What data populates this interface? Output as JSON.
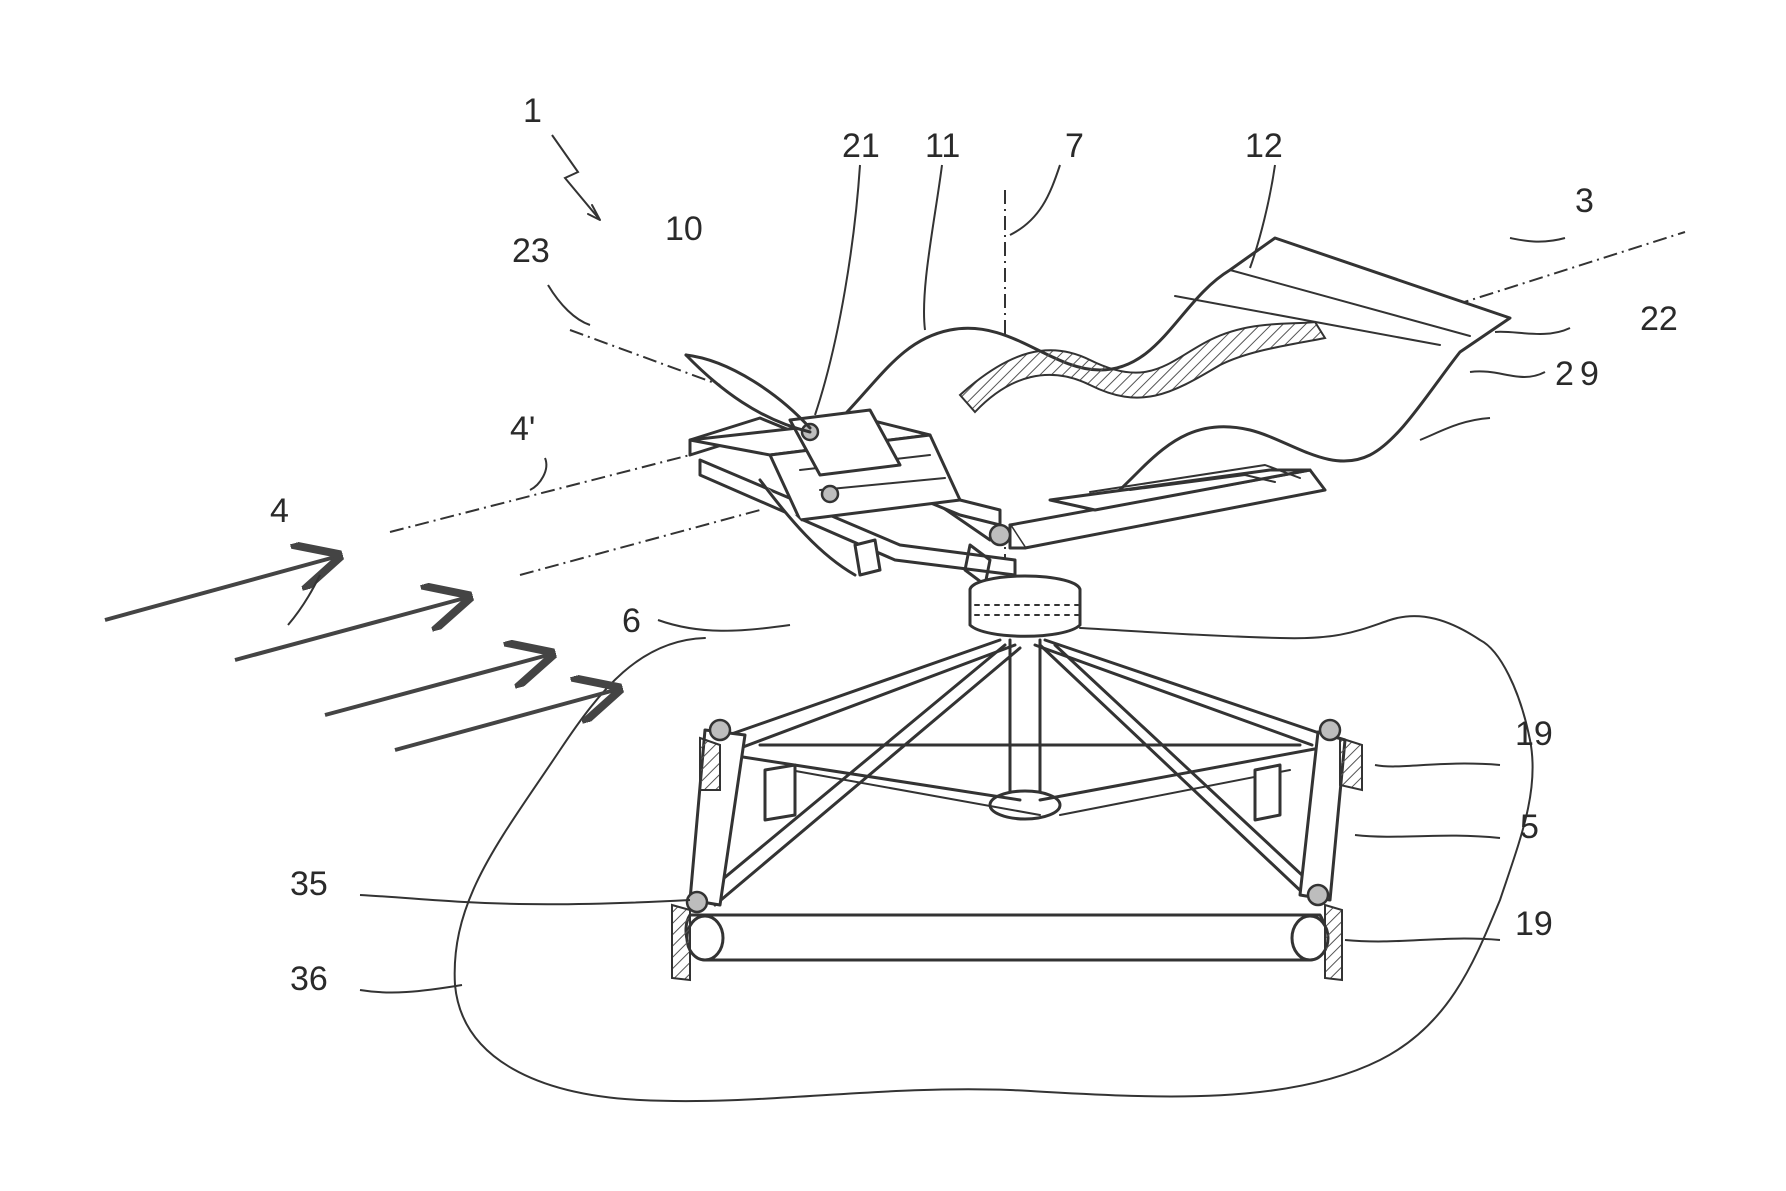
{
  "figure": {
    "labels": {
      "ref_1": "1",
      "ref_2": "2",
      "ref_3": "3",
      "ref_4": "4",
      "ref_4p": "4'",
      "ref_5": "5",
      "ref_6": "6",
      "ref_7": "7",
      "ref_9": "9",
      "ref_10": "10",
      "ref_11": "11",
      "ref_12": "12",
      "ref_19_top": "19",
      "ref_19_bottom": "19",
      "ref_21": "21",
      "ref_22": "22",
      "ref_23": "23",
      "ref_35": "35",
      "ref_36": "36"
    }
  }
}
